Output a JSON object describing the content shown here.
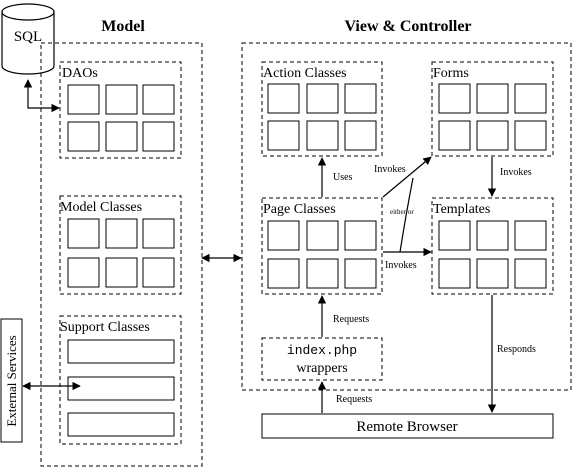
{
  "database": {
    "label": "SQL"
  },
  "model": {
    "title": "Model",
    "daos": "DAOs",
    "model_classes": "Model Classes",
    "support_classes": "Support Classes"
  },
  "view_controller": {
    "title": "View & Controller",
    "action_classes": "Action Classes",
    "forms": "Forms",
    "page_classes": "Page Classes",
    "templates": "Templates",
    "index_file": "index.php",
    "wrappers": "wrappers"
  },
  "external_services": "External Services",
  "remote_browser": "Remote Browser",
  "edge_labels": {
    "uses": "Uses",
    "invokes_forms": "Invokes",
    "either_or": "either/or",
    "invokes_templates_from_forms": "Invokes",
    "invokes_templates_from_page": "Invokes",
    "requests_index_to_page": "Requests",
    "requests_browser_to_index": "Requests",
    "responds": "Responds"
  }
}
